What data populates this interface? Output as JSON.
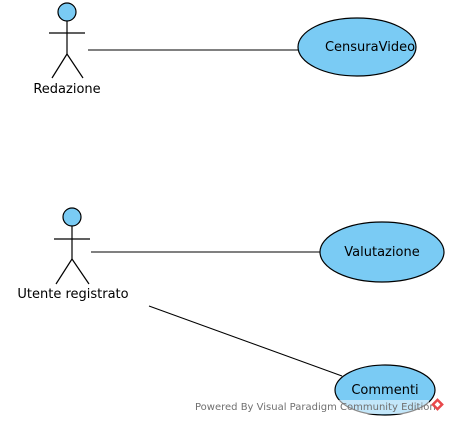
{
  "diagram": {
    "actors": [
      {
        "id": "redazione",
        "label": "Redazione"
      },
      {
        "id": "utente",
        "label": "Utente registrato"
      }
    ],
    "use_cases": [
      {
        "id": "censura",
        "label": "CensuraVideo"
      },
      {
        "id": "valutazione",
        "label": "Valutazione"
      },
      {
        "id": "commenti",
        "label": "Commenti"
      }
    ],
    "associations": [
      {
        "from": "redazione",
        "to": "censura"
      },
      {
        "from": "utente",
        "to": "valutazione"
      },
      {
        "from": "utente",
        "to": "commenti"
      }
    ]
  },
  "watermark": {
    "text": "Powered By Visual Paradigm Community Edition"
  },
  "colors": {
    "fill": "#7ACBF4",
    "stroke": "#000000",
    "logo": "#E8484B"
  }
}
